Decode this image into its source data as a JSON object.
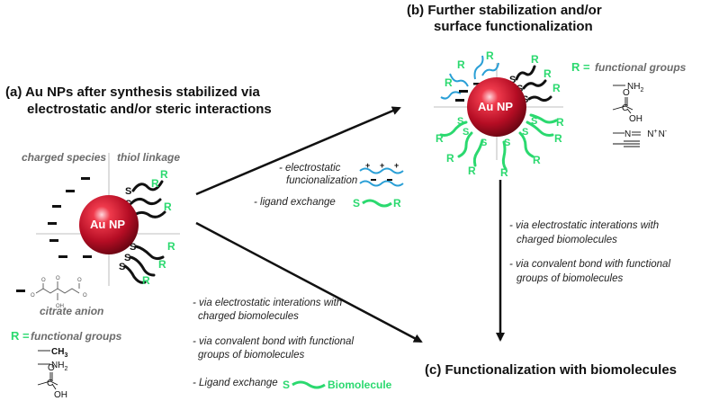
{
  "colors": {
    "nanoparticle": "#c8102e",
    "green": "#2bd96f",
    "blue_ligand": "#2a9fd6",
    "grey_label": "#6b6b6b"
  },
  "panel_a": {
    "title_line1": "(a) Au NPs after synthesis stabilized via",
    "title_line2": "electrostatic and/or steric interactions",
    "charged_species_label": "charged species",
    "thiol_linkage_label": "thiol linkage",
    "np_label": "Au NP",
    "thiol_s": "S",
    "r": "R",
    "citrate_label": "citrate anion",
    "r_eq": "R =",
    "functional_groups_label": "functional groups",
    "groups": [
      "CH",
      "3",
      "NH",
      "2",
      "C",
      "O",
      "OH"
    ]
  },
  "panel_b": {
    "title_line1": "(b) Further stabilization and/or",
    "title_line2": "surface functionalization",
    "np_label": "Au NP",
    "r_eq": "R =",
    "functional_groups_label": "functional groups",
    "groups": [
      "NH",
      "2",
      "C",
      "O",
      "OH",
      "N",
      "N",
      "+",
      "N",
      "-"
    ]
  },
  "panel_c": {
    "title": "(c) Functionalization with biomolecules"
  },
  "arrow_a_to_b": {
    "electrostatic_line1": "- electrostatic",
    "electrostatic_line2": "funcionalization",
    "ligand_exchange": "- ligand exchange",
    "s": "S",
    "r": "R"
  },
  "arrow_b_to_c": {
    "line1": "- via electrostatic interations with",
    "line2": "charged biomolecules",
    "line3": "- via convalent bond with functional",
    "line4": "groups of biomolecules"
  },
  "arrow_a_to_c": {
    "line1": "- via electrostatic interations with",
    "line2": "charged biomolecules",
    "line3": "- via convalent bond with functional",
    "line4": "groups of biomolecules",
    "line5": "- Ligand exchange",
    "s": "S",
    "biomolecule": "Biomolecule"
  }
}
